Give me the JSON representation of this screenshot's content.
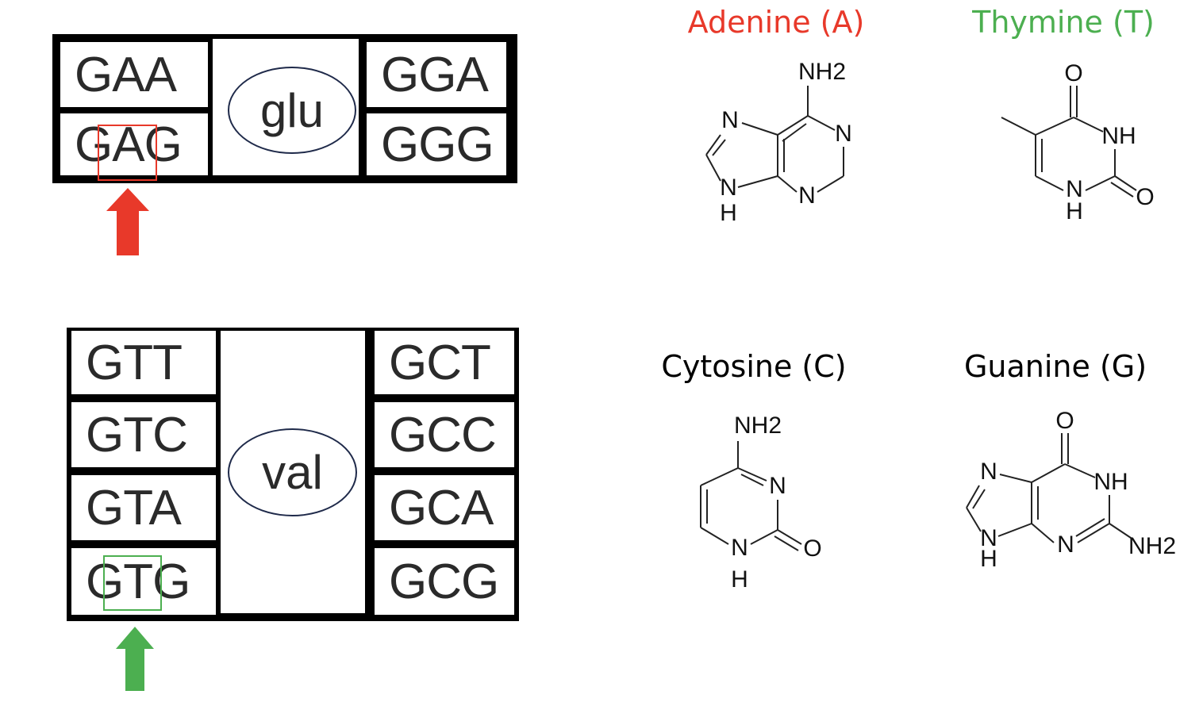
{
  "glu_table": {
    "left": [
      "GAA",
      "GAG"
    ],
    "right": [
      "GGA",
      "GGG"
    ],
    "amino_acid": "glu",
    "highlight_color": "#e8392a"
  },
  "val_table": {
    "left": [
      "GTT",
      "GTC",
      "GTA",
      "GTG"
    ],
    "right": [
      "GCT",
      "GCC",
      "GCA",
      "GCG"
    ],
    "amino_acid": "val",
    "highlight_color": "#4caf50"
  },
  "bases": {
    "adenine": {
      "title": "Adenine (A)",
      "color": "#e8392a",
      "atoms": [
        "NH2",
        "N",
        "N",
        "N",
        "N",
        "H"
      ]
    },
    "thymine": {
      "title": "Thymine (T)",
      "color": "#4caf50",
      "atoms": [
        "O",
        "NH",
        "O",
        "N",
        "H"
      ]
    },
    "cytosine": {
      "title": "Cytosine (C)",
      "color": "#000000",
      "atoms": [
        "NH2",
        "N",
        "O",
        "N",
        "H"
      ]
    },
    "guanine": {
      "title": "Guanine (G)",
      "color": "#000000",
      "atoms": [
        "O",
        "NH",
        "NH2",
        "N",
        "N",
        "N",
        "H"
      ]
    }
  }
}
